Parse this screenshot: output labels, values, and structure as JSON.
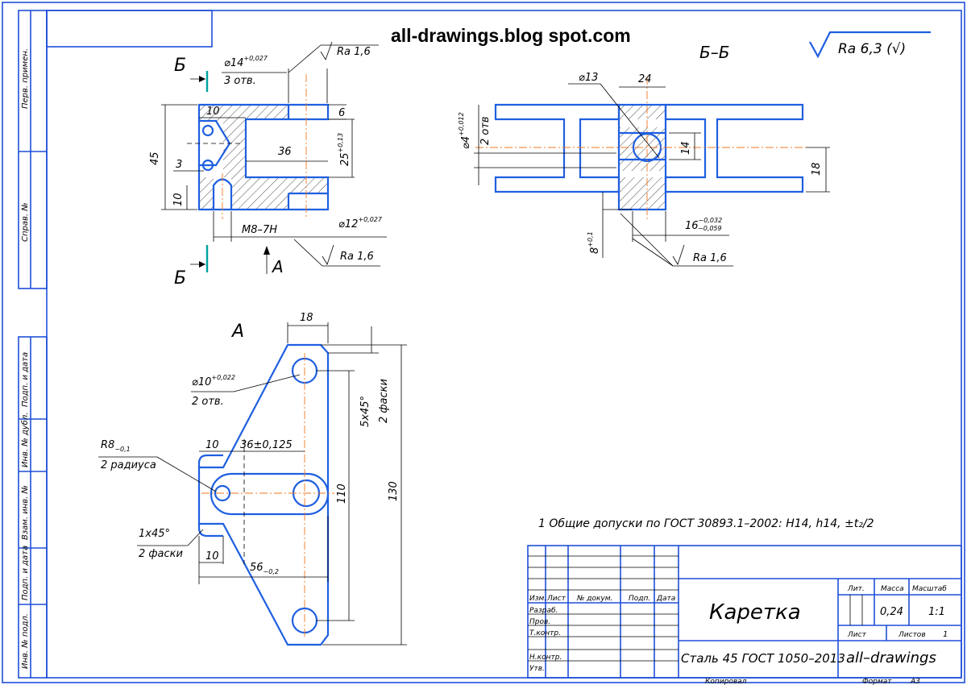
{
  "watermark": "all-drawings.blog spot.com",
  "roughness_general": "Ra 6,3 (√)",
  "side_strips": {
    "top": [
      "Перв. примен.",
      "Справ. №"
    ],
    "bottom": [
      "Подп. и дата",
      "Инв. № дубл.",
      "Взам. инв. №",
      "Подп. и дата",
      "Инв. № подл."
    ]
  },
  "views": {
    "main": {
      "section_marks": [
        "Б",
        "Б"
      ],
      "view_arrow": "A",
      "dims": {
        "hole14": "⌀14",
        "hole14_tol": "+0,027",
        "hole14_count": "3 отв.",
        "ra_top": "Ra 1,6",
        "d10": "10",
        "d6": "6",
        "d45": "45",
        "d36": "36",
        "d25": "25",
        "d25_tol": "+0,13",
        "d3": "3",
        "d10b": "10",
        "thread": "M8–7H",
        "hole12": "⌀12",
        "hole12_tol": "+0,027",
        "ra_bottom": "Ra 1,6"
      }
    },
    "section": {
      "title": "Б–Б",
      "dims": {
        "d13": "⌀13",
        "d24": "24",
        "d4": "⌀4",
        "d4_tol": "+0,012",
        "d4_count": "2 отв",
        "d14": "14",
        "d18": "18",
        "d8": "8",
        "d8_tol": "+0,1",
        "d16": "16",
        "d16_tol_up": "−0,032",
        "d16_tol_low": "−0,059",
        "ra": "Ra 1,6"
      }
    },
    "viewA": {
      "title": "A",
      "dims": {
        "d18": "18",
        "hole10": "⌀10",
        "hole10_tol": "+0,022",
        "hole10_count": "2 отв.",
        "chamfer5": "5x45°",
        "chamfer5_count": "2 фаски",
        "r8": "R8",
        "r8_tol": "−0,1",
        "r8_count": "2 радиуса",
        "d10": "10",
        "d36": "36±0,125",
        "d110": "110",
        "d130": "130",
        "chamfer1": "1x45°",
        "chamfer1_count": "2 фаски",
        "d10b": "10",
        "d56": "56",
        "d56_tol": "−0,2"
      }
    }
  },
  "notes": [
    "1 Общие допуски по ГОСТ 30893.1–2002: H14, h14, ±t₂/2"
  ],
  "title_block": {
    "headers": [
      "Изм.",
      "Лист",
      "№ докум.",
      "Подп.",
      "Дата"
    ],
    "roles": [
      "Разраб.",
      "Пров.",
      "Т.контр.",
      "Н.контр.",
      "Утв."
    ],
    "part_name": "Каретка",
    "material": "Сталь 45 ГОСТ 1050–2013",
    "org": "all–drawings",
    "lit_label": "Лит.",
    "mass_label": "Масса",
    "scale_label": "Масштаб",
    "mass": "0,24",
    "scale": "1:1",
    "sheet_label": "Лист",
    "sheets_label": "Листов",
    "sheets": "1",
    "copied": "Копировал",
    "format": "Формат",
    "format_value": "A3"
  }
}
